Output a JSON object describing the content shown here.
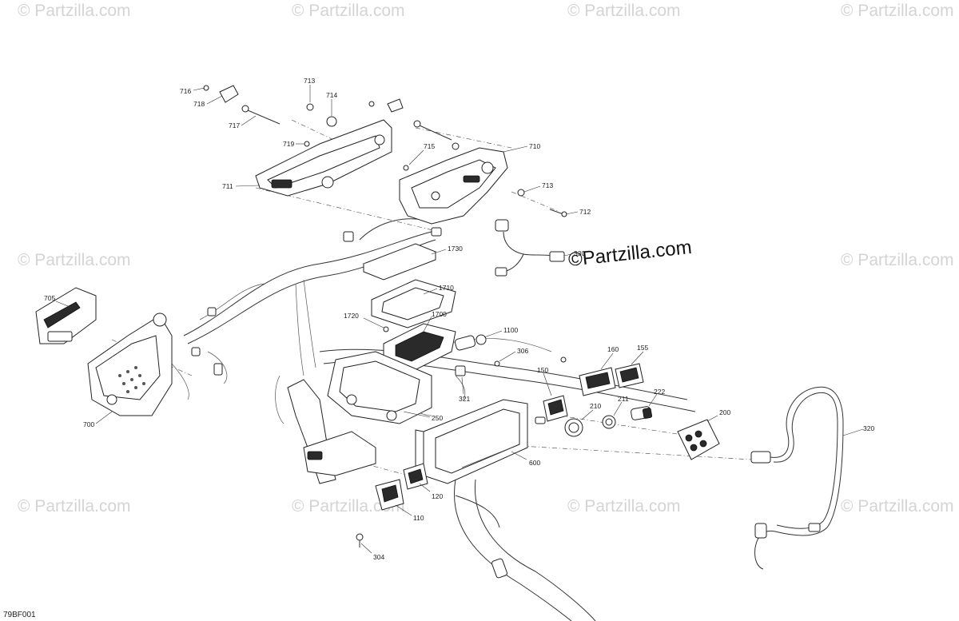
{
  "watermark": {
    "small": "© Partzilla.com",
    "main": "©Partzilla.com"
  },
  "figure_reference": "79BF001",
  "callouts": {
    "c705": "705",
    "c700": "700",
    "c711": "711",
    "c716": "716",
    "c718": "718",
    "c717": "717",
    "c713a": "713",
    "c714": "714",
    "c719": "719",
    "c715": "715",
    "c710": "710",
    "c713b": "713",
    "c712": "712",
    "c330": "330",
    "c1730": "1730",
    "c1710": "1710",
    "c1720": "1720",
    "c1700": "1700",
    "c1100": "1100",
    "c306": "306",
    "c150": "150",
    "c160": "160",
    "c155": "155",
    "c321": "321",
    "c250": "250",
    "c210": "210",
    "c211": "211",
    "c222": "222",
    "c200": "200",
    "c320": "320",
    "c600": "600",
    "c120": "120",
    "c110": "110",
    "c304": "304"
  }
}
